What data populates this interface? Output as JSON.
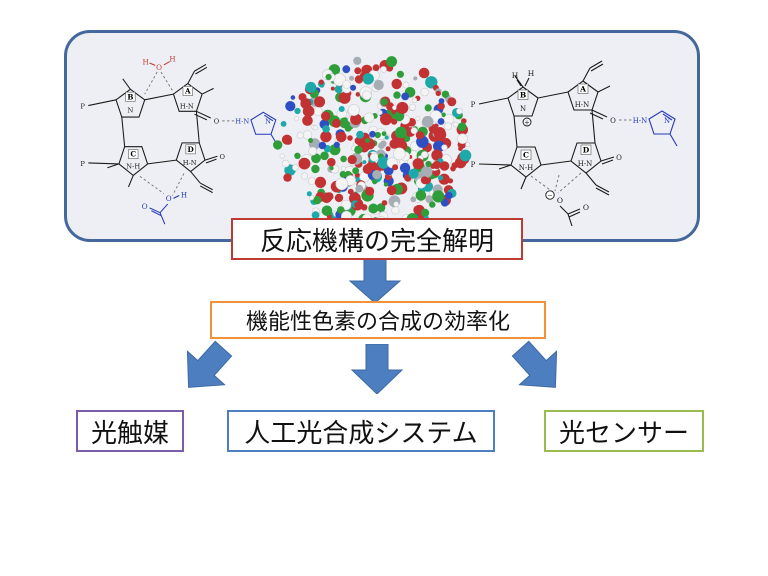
{
  "panel": {
    "border_color": "#44679c",
    "fill_color": "#edeff4"
  },
  "flow": {
    "step1": {
      "label": "反応機構の完全解明",
      "border_color": "#bf3a32"
    },
    "step2": {
      "label": "機能性色素の合成の効率化",
      "border_color": "#f0913c"
    },
    "arrow_color": "#4d7ebf"
  },
  "applications": [
    {
      "label": "光触媒",
      "border_color": "#7b5ca8"
    },
    {
      "label": "人工光合成システム",
      "border_color": "#4d7ebf"
    },
    {
      "label": "光センサー",
      "border_color": "#9abc4f"
    }
  ],
  "chem": {
    "ring_labels": {
      "A": "A",
      "B": "B",
      "C": "C",
      "D": "D"
    },
    "atom_labels": {
      "N": "N",
      "H": "H",
      "O": "O",
      "P": "P",
      "HN": "H-N",
      "NH": "N-H",
      "plus": "+",
      "minus": "−"
    },
    "colors": {
      "water": "#c23a30",
      "imidazole": "#2438b8",
      "bond": "#1a1a1a"
    }
  },
  "cluster": {
    "palette": [
      "#c23232",
      "#f4f4f4",
      "#2f9e3a",
      "#2e4fc4",
      "#a7adb5",
      "#1fa8a8"
    ]
  }
}
